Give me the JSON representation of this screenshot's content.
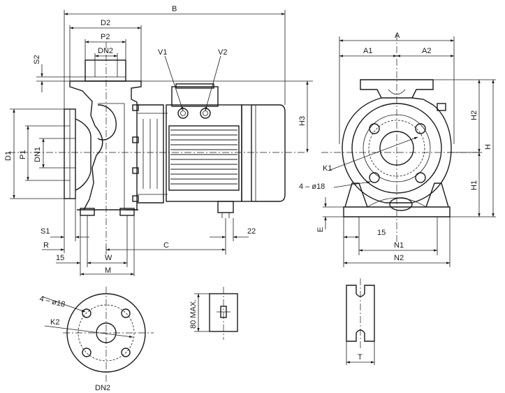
{
  "labels": {
    "B": "B",
    "D2": "D2",
    "P2": "P2",
    "DN2_top": "DN2",
    "S2": "S2",
    "V1": "V1",
    "V2": "V2",
    "H3": "H3",
    "D1": "D1",
    "P1": "P1",
    "DN1": "DN1",
    "S1": "S1",
    "R": "R",
    "C": "C",
    "dim_22": "22",
    "dim_15_left": "15",
    "W": "W",
    "M": "M",
    "A": "A",
    "A1": "A1",
    "A2": "A2",
    "H2": "H2",
    "H": "H",
    "H1": "H1",
    "K1": "K1",
    "holes_front": "4 – ø18",
    "E": "E",
    "dim_15_right": "15",
    "N1": "N1",
    "N2": "N2",
    "holes_flange": "4 – ø18",
    "K2": "K2",
    "DN2_bottom": "DN2",
    "max80": "80 MAX.",
    "T": "T"
  }
}
